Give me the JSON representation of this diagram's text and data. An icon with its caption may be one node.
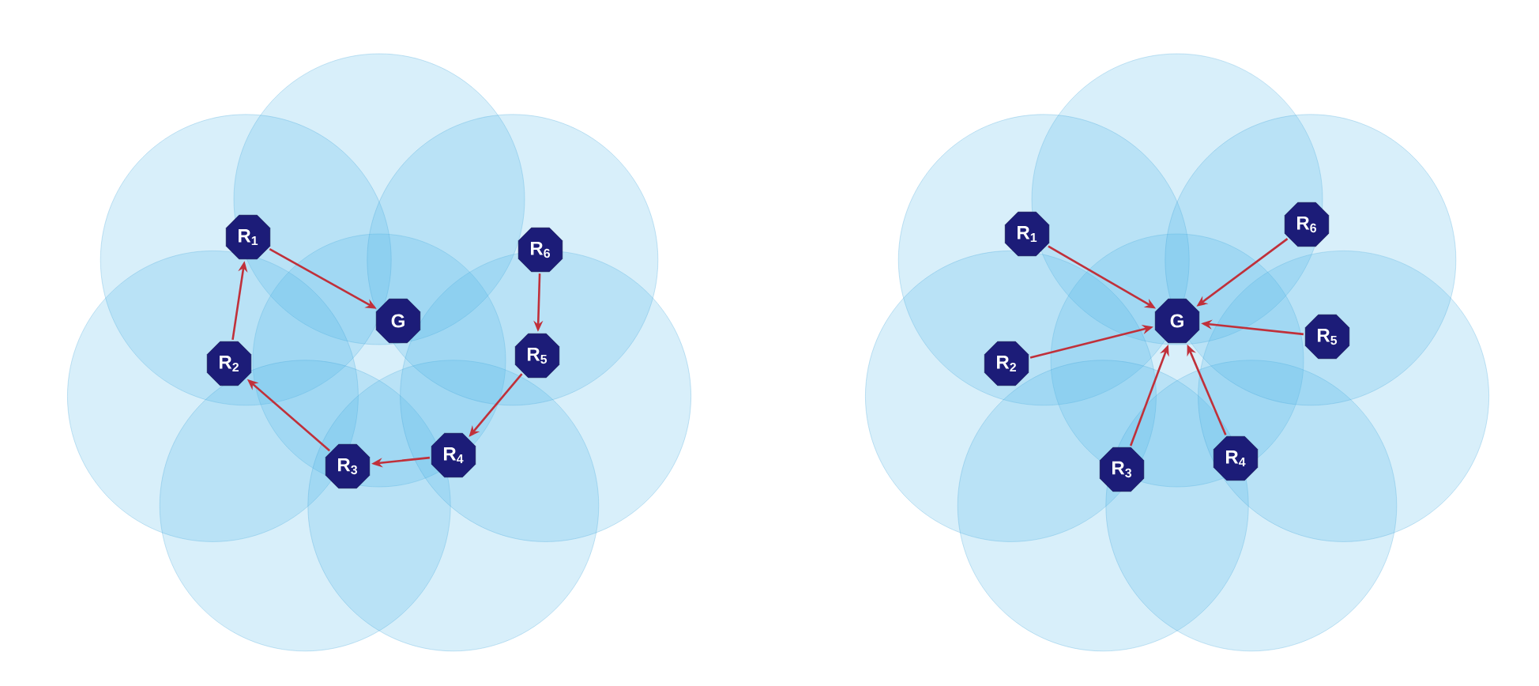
{
  "diagram": {
    "nodes": [
      {
        "text": [
          "R$_{1}$"
        ]
      },
      {
        "text": [
          "G"
        ]
      },
      {
        "text": [
          "R$_{2}$"
        ]
      },
      {
        "text": [
          "R$_{3}$"
        ]
      },
      {
        "text": [
          "R$_{4}$"
        ]
      },
      {
        "text": [
          "R$_{5}$"
        ]
      },
      {
        "text": [
          "R$_{6}$"
        ]
      },
      {
        "text": [
          "R$_{1}$"
        ]
      },
      {
        "text": [
          "G"
        ]
      },
      {
        "text": [
          "R$_{2}$"
        ]
      },
      {
        "text": [
          "R$_{3}$"
        ]
      },
      {
        "text": [
          "R$_{4}$"
        ]
      },
      {
        "text": [
          "R$_{5}$"
        ]
      },
      {
        "text": [
          "R$_{6}$"
        ]
      }
    ],
    "edges": [
      {
        "from": 0,
        "to": 1,
        "arrow": "to"
      },
      {
        "from": 2,
        "to": 0,
        "arrow": "to"
      },
      {
        "from": 3,
        "to": 2,
        "arrow": "to"
      },
      {
        "from": 4,
        "to": 3,
        "arrow": "to"
      },
      {
        "from": 5,
        "to": 4,
        "arrow": "to"
      },
      {
        "from": 6,
        "to": 5,
        "arrow": "to"
      },
      {
        "from": 7,
        "to": 8,
        "arrow": "to"
      },
      {
        "from": 9,
        "to": 8,
        "arrow": "to"
      },
      {
        "from": 10,
        "to": 8,
        "arrow": "to"
      },
      {
        "from": 11,
        "to": 8,
        "arrow": "to"
      },
      {
        "from": 12,
        "to": 8,
        "arrow": "to"
      },
      {
        "from": 13,
        "to": 8,
        "arrow": "to"
      }
    ]
  }
}
